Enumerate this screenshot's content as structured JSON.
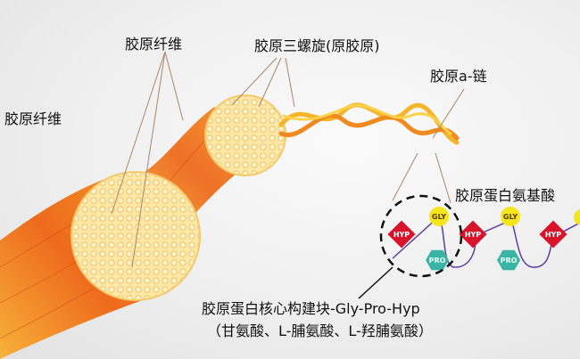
{
  "labels": {
    "fiber_top": "胶原纤维",
    "fiber_left": "胶原纤维",
    "triple_helix": "胶原三螺旋(原胶原)",
    "alpha_chain": "胶原a-链",
    "amino_acids": "胶原蛋白氨基酸",
    "core_block": "胶原蛋白核心构建块-Gly-Pro-Hyp",
    "core_block_detail": "（甘氨酸、L-脯氨酸、L-羟脯氨酸）"
  },
  "residues": {
    "hyp": "HYP",
    "gly": "GLY",
    "pro": "PRO"
  },
  "colors": {
    "hyp": "#d9142a",
    "gly": "#f5e51c",
    "pro": "#3bb5a3",
    "fiber": "#f07a1e",
    "helix": "#f5b52a",
    "chain": "#5a3f9e"
  }
}
